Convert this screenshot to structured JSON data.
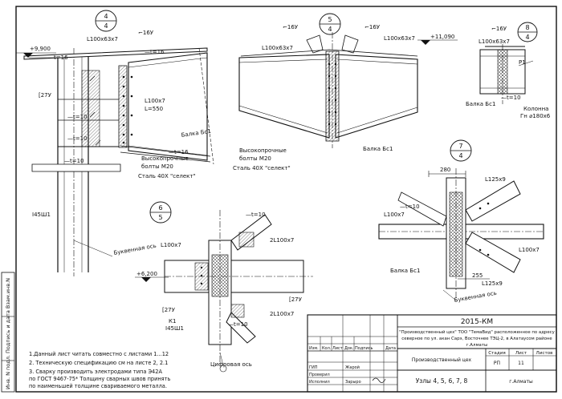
{
  "nodes": {
    "n1": {
      "num": "4",
      "sheet": "4"
    },
    "n2": {
      "num": "5",
      "sheet": "4"
    },
    "n3": {
      "num": "8",
      "sheet": "4"
    },
    "n4": {
      "num": "7",
      "sheet": "4"
    },
    "n5": {
      "num": "6",
      "sheet": "5"
    }
  },
  "node4": {
    "elev": "+9,900",
    "labels": [
      "⌐16У",
      "L100х63х7",
      "—t=16",
      "—t=16",
      "[27У",
      "—t=10",
      "—t=10",
      "L100х7",
      "L=550",
      "—t=16",
      "—t=10",
      "I45Ш1",
      "Балка Бс1",
      "Высокопрочные",
      "болты М20",
      "Сталь 40Х \"селект\"",
      "Буквенная ось"
    ]
  },
  "node5": {
    "elev": "+11,090",
    "labels": [
      "⌐16У",
      "⌐16У",
      "L100х63х7",
      "L100х63х7",
      "Высокопрочные",
      "болты М20",
      "Сталь 40Х \"селект\"",
      "Балка Бс1"
    ]
  },
  "node8": {
    "labels": [
      "⌐16У",
      "L100х63х7",
      "Р1",
      "—t=10",
      "Балка Бс1",
      "Колонна",
      "Гн ⌀180х6"
    ]
  },
  "node7": {
    "dims": [
      "280",
      "255"
    ],
    "labels": [
      "L125х9",
      "—t=10",
      "L100х7",
      "L100х7",
      "Балка Бс1",
      "L125х9",
      "Буквенная ось"
    ]
  },
  "node6": {
    "elev": "+6,200",
    "labels": [
      "—t=10",
      "L100х7",
      "2L100х7",
      "[27У",
      "[27У",
      "К1",
      "I45Ш1",
      "2L100х7",
      "—t=10",
      "Цифровая ось"
    ]
  },
  "notes": [
    "1.Данный лист читать совместно с листами 1...12",
    "2. Техническую спецификацию см на листе 2, 2.1",
    "3. Сварку производить электродами типа Э42А",
    "по ГОСТ 9467-75* Толщину сварных швов принять",
    "по наименьшей толщине свариваемого металла."
  ],
  "side_stamp": "Инв. N подл. Подпись и дата Взам.инв.N",
  "title_block": {
    "code": "2015-КМ",
    "project": [
      "\"Производственный цех\" ТОО \"ТемаВид\" расположенное по адресу",
      "северное по ул. акан Сарэ, Восточнее ТЭЦ-2, в Алатаусом районе",
      "г.Алматы"
    ],
    "rev_headers": [
      "Изм.",
      "Кол.",
      "Лист",
      "Док.",
      "Подпись",
      "Дата"
    ],
    "roles": [
      {
        "role": "ГИП",
        "name": "Жарой"
      },
      {
        "role": "Проверил",
        "name": ""
      },
      {
        "role": "Исполнил",
        "name": "Зарыро"
      }
    ],
    "object": "Производственный цех",
    "stage_header": "Стадия",
    "sheet_header": "Лист",
    "sheets_header": "Листов",
    "stage": "РП",
    "sheet": "11",
    "sheets": "",
    "content": "Узлы 4, 5, 6, 7, 8",
    "city": "г.Алматы"
  }
}
